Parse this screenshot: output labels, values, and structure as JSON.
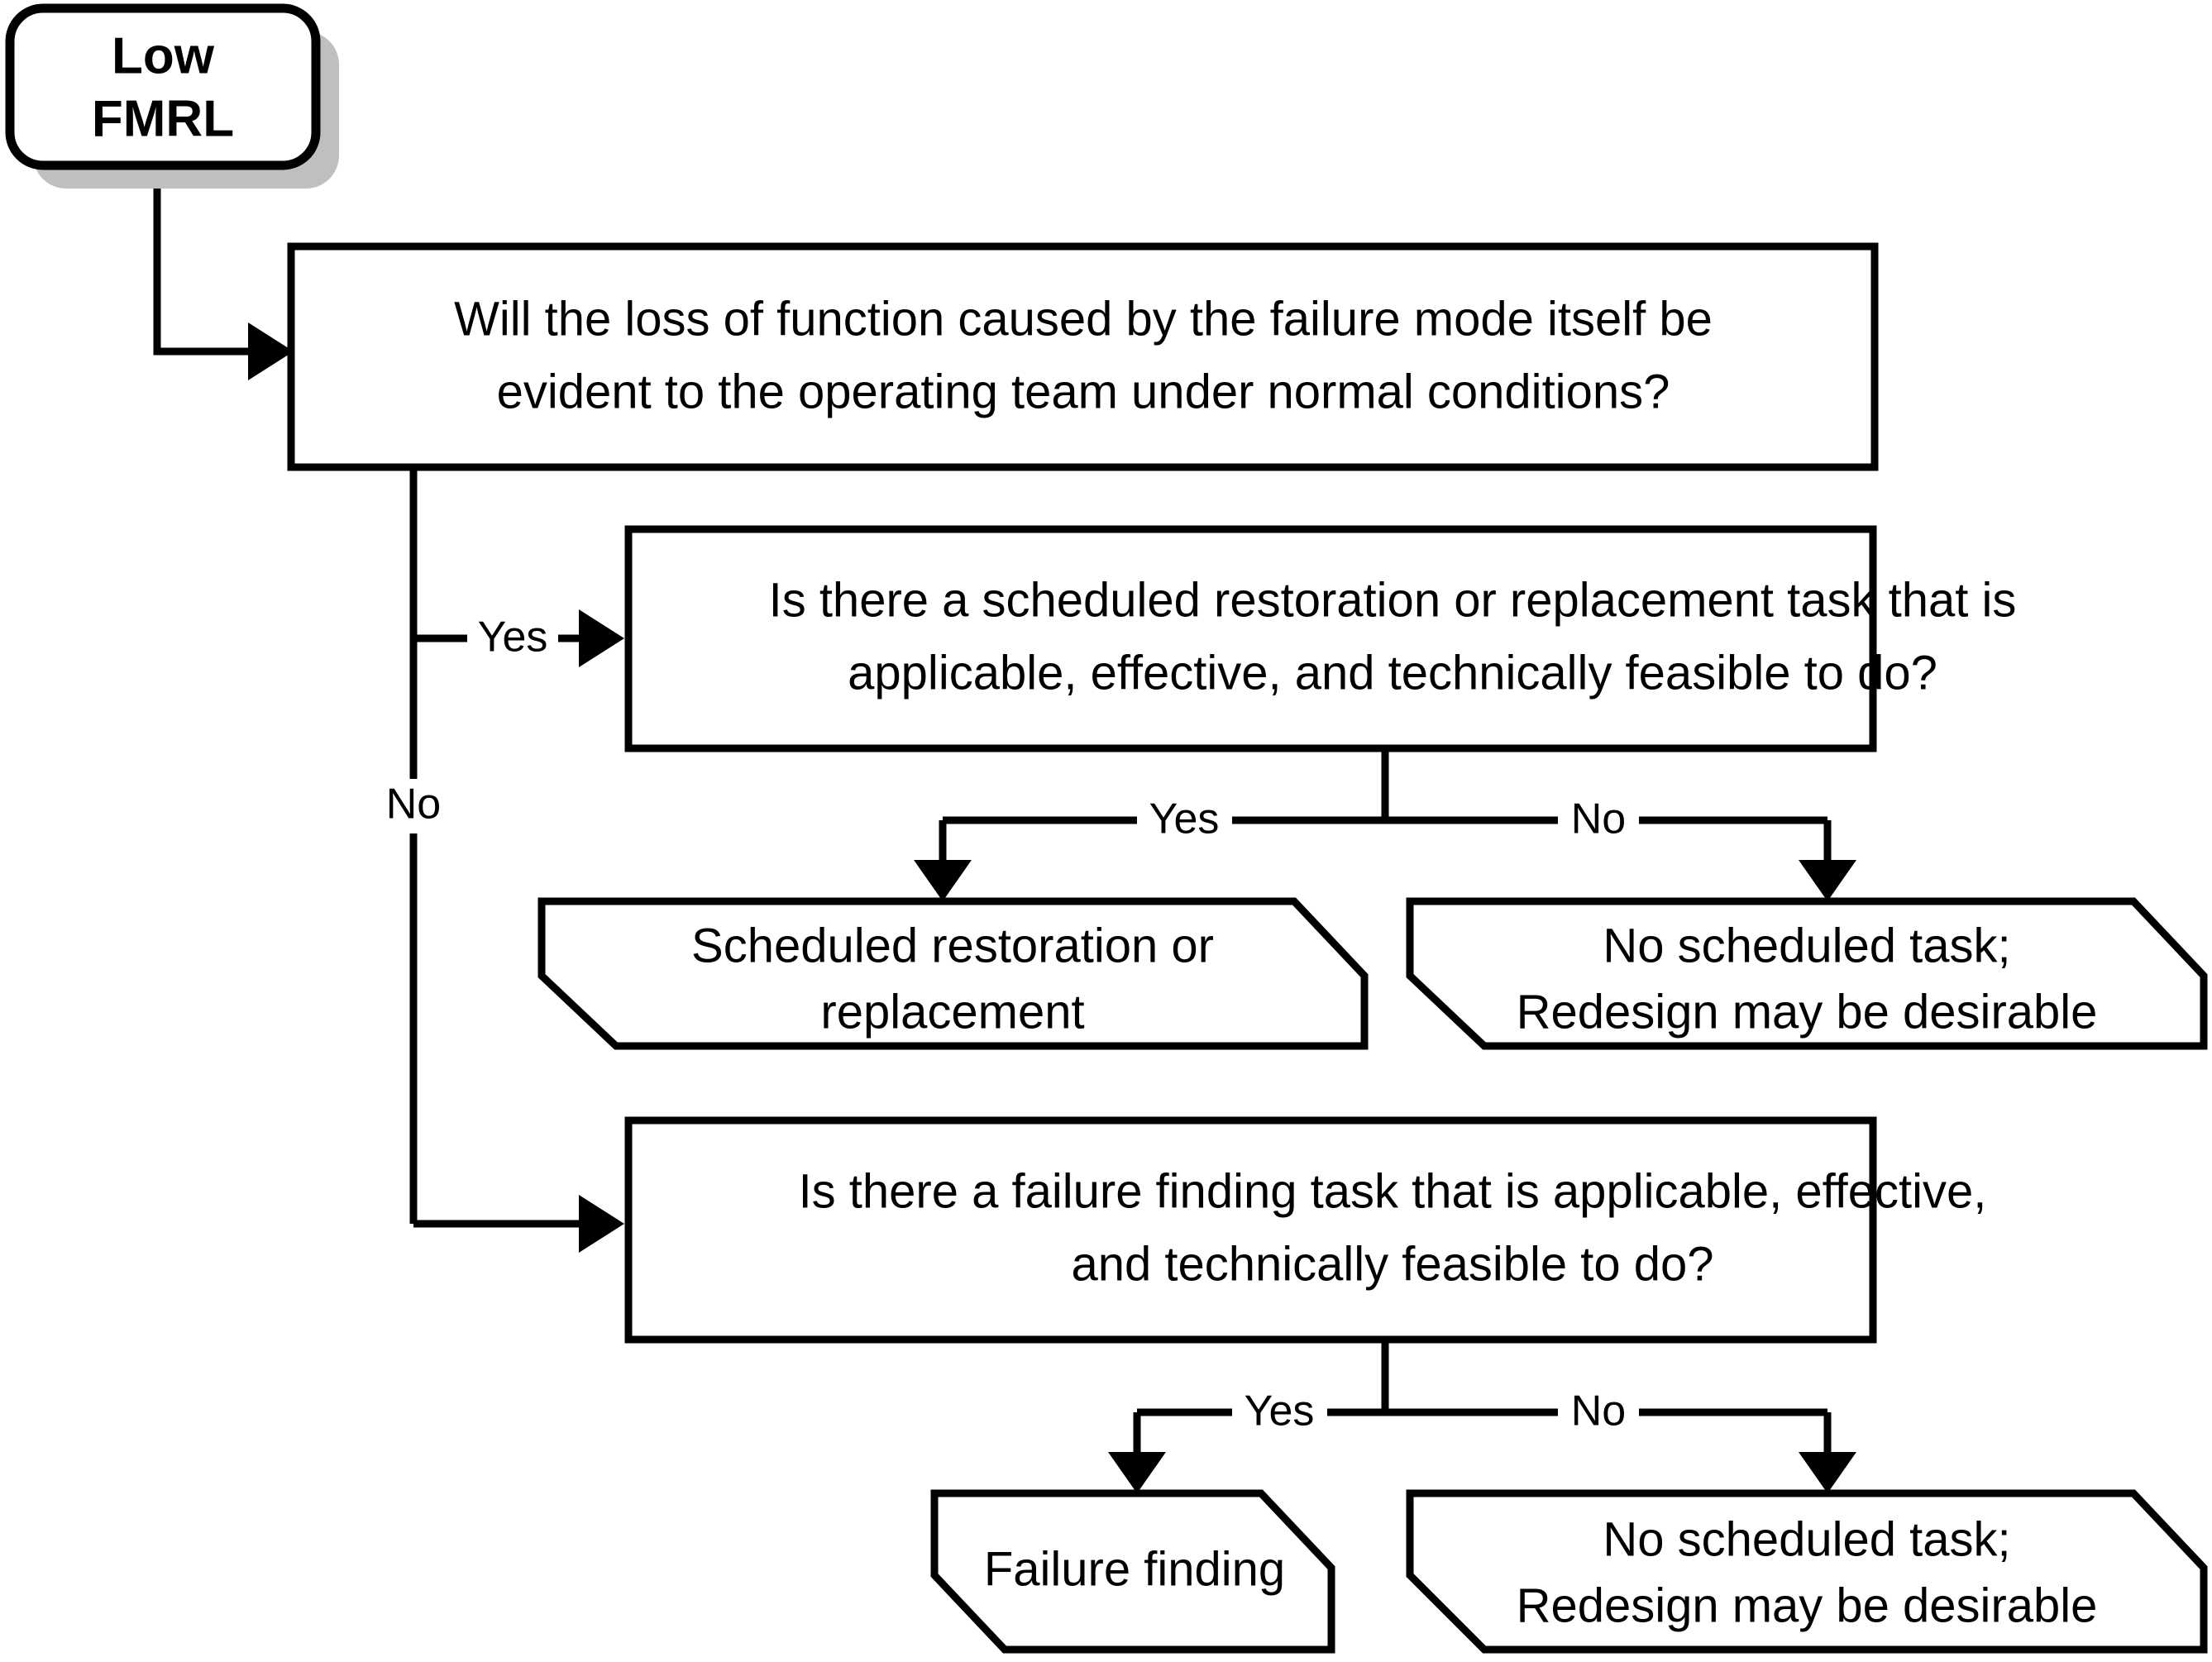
{
  "diagram": {
    "title": "Low FMRL maintenance task selection decision logic",
    "background_color": "#ffffff",
    "line_color": "#000000",
    "shadow_color": "#bfbfbf"
  },
  "nodes": {
    "start": {
      "id": "low-fmrl",
      "shape": "rounded-rectangle-with-shadow",
      "line1": "Low",
      "line2": "FMRL"
    },
    "q1": {
      "id": "evident-question",
      "shape": "rectangle",
      "line1": "Will the loss of function caused by the failure mode itself be",
      "line2": "evident to the operating team under normal conditions?"
    },
    "q2": {
      "id": "scheduled-restoration-question",
      "shape": "rectangle",
      "line1": "Is there a scheduled restoration or replacement task that is",
      "line2": "applicable, effective, and technically feasible to do?"
    },
    "q3": {
      "id": "failure-finding-question",
      "shape": "rectangle",
      "line1": "Is there a failure finding task that is applicable, effective,",
      "line2": "and technically feasible to do?"
    },
    "r1": {
      "id": "scheduled-restoration-result",
      "shape": "hexagon",
      "line1": "Scheduled restoration or",
      "line2": "replacement"
    },
    "r2": {
      "id": "no-scheduled-task-result-upper",
      "shape": "hexagon",
      "line1": "No scheduled task;",
      "line2": "Redesign may be desirable"
    },
    "r3": {
      "id": "failure-finding-result",
      "shape": "hexagon",
      "line1": "Failure finding",
      "line2": ""
    },
    "r4": {
      "id": "no-scheduled-task-result-lower",
      "shape": "hexagon",
      "line1": "No scheduled task;",
      "line2": "Redesign may be desirable"
    }
  },
  "edges": {
    "start_to_q1": {
      "label": ""
    },
    "q1_yes": {
      "label": "Yes"
    },
    "q1_no": {
      "label": "No"
    },
    "q2_yes": {
      "label": "Yes"
    },
    "q2_no": {
      "label": "No"
    },
    "q3_yes": {
      "label": "Yes"
    },
    "q3_no": {
      "label": "No"
    }
  }
}
